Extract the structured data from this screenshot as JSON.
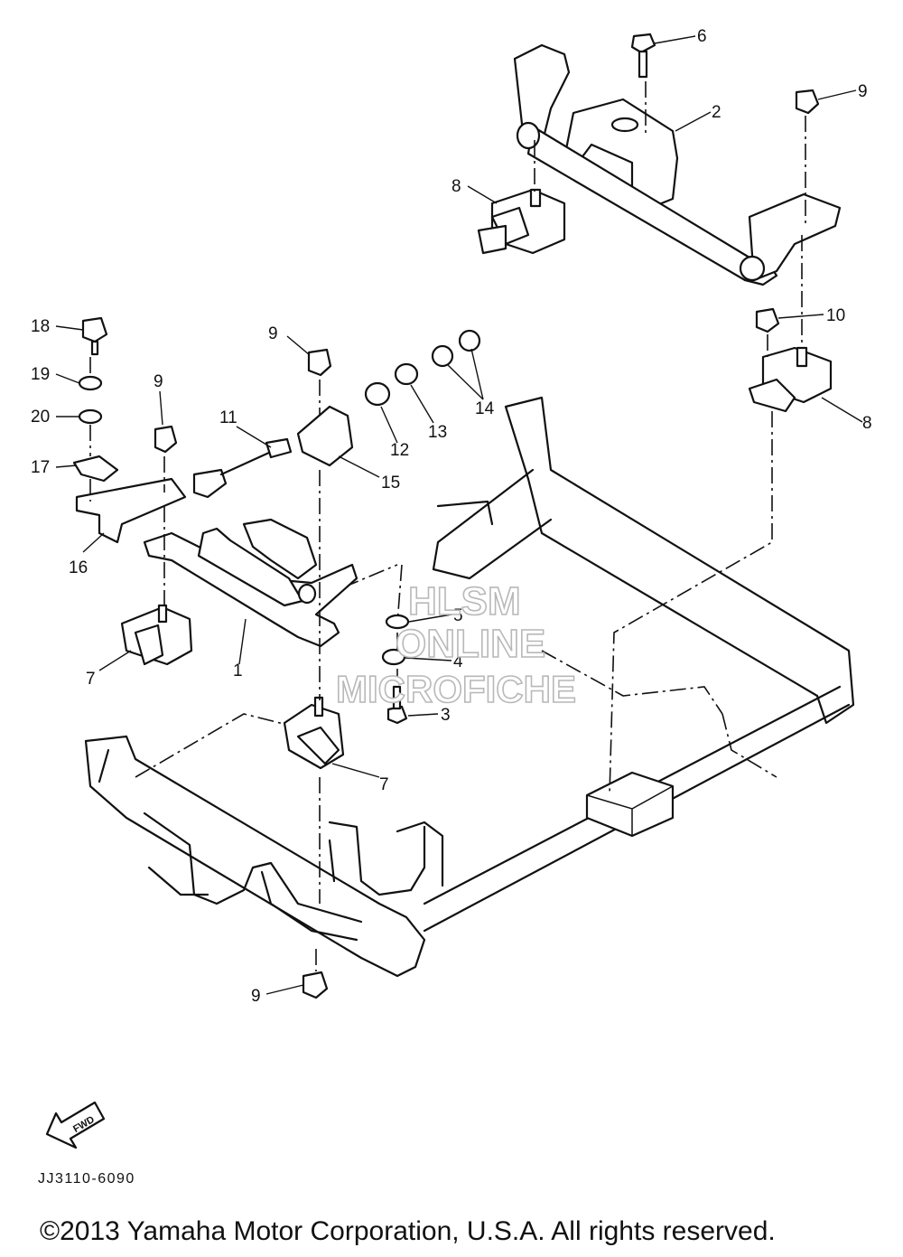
{
  "watermark": [
    "HLSM",
    "ONLINE",
    "MICROFICHE"
  ],
  "fwd_label": "FWD",
  "drawing_code": "JJ3110-6090",
  "copyright": "©2013 Yamaha Motor Corporation, U.S.A. All rights reserved.",
  "callouts": [
    {
      "id": "c6a",
      "label": "6"
    },
    {
      "id": "c2",
      "label": "2"
    },
    {
      "id": "c9a",
      "label": "9"
    },
    {
      "id": "c8a",
      "label": "8"
    },
    {
      "id": "c10",
      "label": "10"
    },
    {
      "id": "c8b",
      "label": "8"
    },
    {
      "id": "c18",
      "label": "18"
    },
    {
      "id": "c19",
      "label": "19"
    },
    {
      "id": "c20",
      "label": "20"
    },
    {
      "id": "c17",
      "label": "17"
    },
    {
      "id": "c16",
      "label": "16"
    },
    {
      "id": "c9b",
      "label": "9"
    },
    {
      "id": "c11",
      "label": "11"
    },
    {
      "id": "c9c",
      "label": "9"
    },
    {
      "id": "c15",
      "label": "15"
    },
    {
      "id": "c12",
      "label": "12"
    },
    {
      "id": "c13",
      "label": "13"
    },
    {
      "id": "c14",
      "label": "14"
    },
    {
      "id": "c1",
      "label": "1"
    },
    {
      "id": "c7a",
      "label": "7"
    },
    {
      "id": "c5",
      "label": "5"
    },
    {
      "id": "c4",
      "label": "4"
    },
    {
      "id": "c3",
      "label": "3"
    },
    {
      "id": "c7b",
      "label": "7"
    },
    {
      "id": "c9d",
      "label": "9"
    }
  ]
}
